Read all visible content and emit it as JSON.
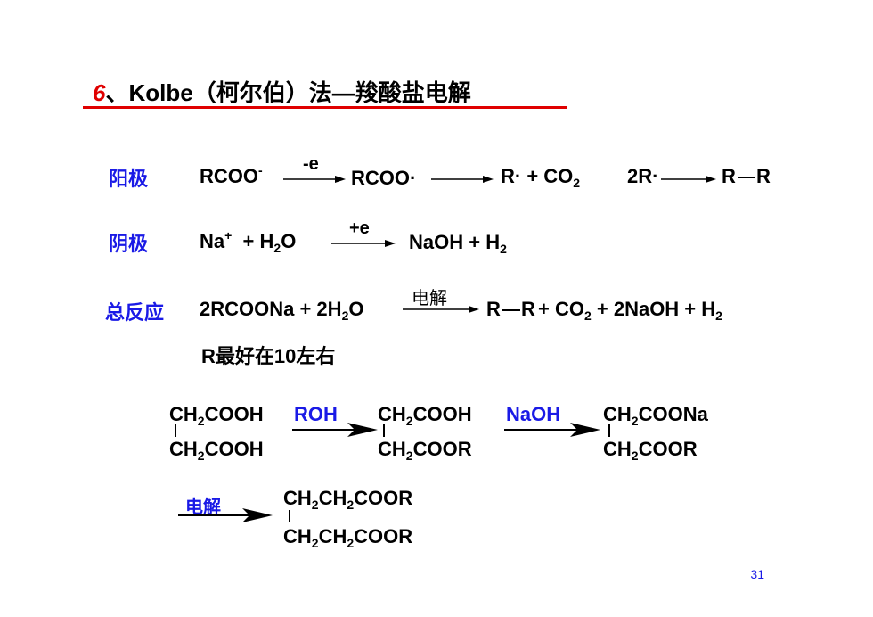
{
  "title": {
    "number": "6",
    "text": "、Kolbe（柯尔伯）法—羧酸盐电解"
  },
  "anode": {
    "label": "阳极",
    "reactant": "RCOO",
    "reactant_sup": "-",
    "arrow1_label": "-e",
    "intermediate": "RCOO·",
    "product_r": "R· + CO",
    "co2_sub": "2",
    "dimer_left": "2R·",
    "dimer_right": "R",
    "dimer_right2": "R"
  },
  "cathode": {
    "label": "阴极",
    "na": "Na",
    "na_sup": "+",
    "plus": "+  H",
    "h2o_sub": "2",
    "h2o_o": "O",
    "arrow_label": "+e",
    "product": "NaOH  + H",
    "h2_sub": "2"
  },
  "overall": {
    "label": "总反应",
    "reactants": "2RCOONa + 2H",
    "h2o_sub": "2",
    "h2o_o": "O",
    "arrow_label": "电解",
    "prod_r1": "R",
    "prod_r2": "R",
    "prod_rest": "+ CO",
    "co2_sub": "2",
    "prod_rest2": " + 2NaOH + H",
    "h2_sub": "2"
  },
  "note": "R最好在10左右",
  "scheme": {
    "s1_top": [
      "CH",
      "2",
      "COOH"
    ],
    "s1_bot": [
      "CH",
      "2",
      "COOH"
    ],
    "reagent1": "ROH",
    "s2_top": [
      "CH",
      "2",
      "COOH"
    ],
    "s2_bot": [
      "CH",
      "2",
      "COOR"
    ],
    "reagent2": "NaOH",
    "s3_top": [
      "CH",
      "2",
      "COONa"
    ],
    "s3_bot": [
      "CH",
      "2",
      "COOR"
    ],
    "reagent3": "电解",
    "s4_top": [
      "CH",
      "2",
      "CH",
      "2",
      "COOR"
    ],
    "s4_bot": [
      "CH",
      "2",
      "CH",
      "2",
      "COOR"
    ]
  },
  "page_number": "31",
  "colors": {
    "accent_red": "#e00000",
    "label_blue": "#1a1ae6",
    "text": "#000000"
  }
}
